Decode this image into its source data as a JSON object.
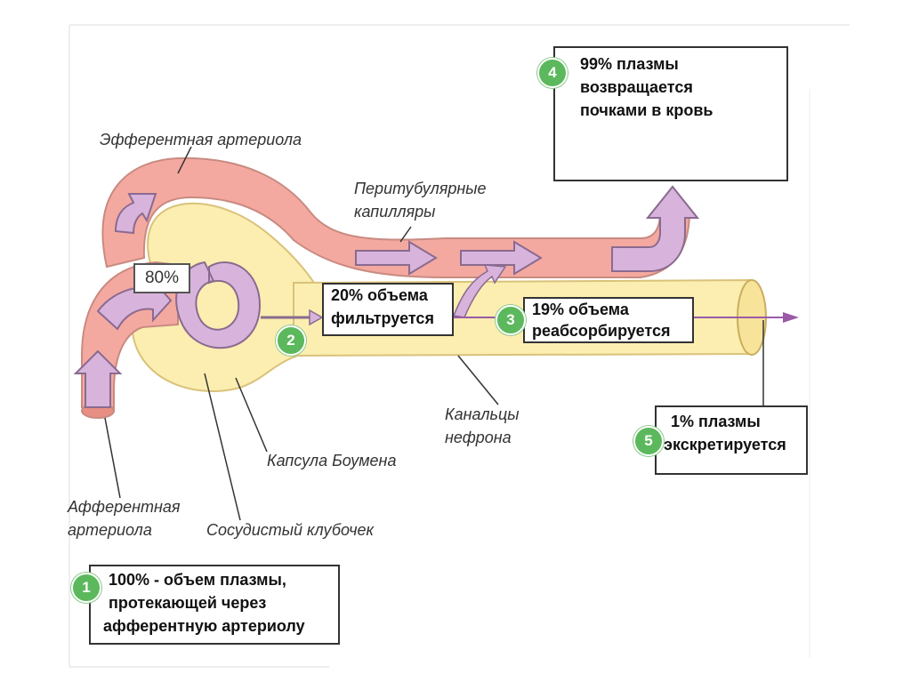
{
  "labels": {
    "efferent": "Эфферентная артериола",
    "peritubular_line1": "Перитубулярные",
    "peritubular_line2": "капилляры",
    "tubules_line1": "Канальцы",
    "tubules_line2": "нефрона",
    "bowman": "Капсула Боумена",
    "afferent_line1": "Афферентная",
    "afferent_line2": "артериола",
    "glomerulus": "Сосудистый клубочек"
  },
  "percent_label": "80%",
  "steps": [
    {
      "badge": "1",
      "lines": [
        "100% - объем плазмы,",
        "протекающей через",
        "афферентную артериолу"
      ]
    },
    {
      "badge": "2",
      "lines": [
        "20% объема",
        "фильтруется"
      ]
    },
    {
      "badge": "3",
      "lines": [
        "19% объема",
        "реабсорбируется"
      ]
    },
    {
      "badge": "4",
      "lines": [
        "99% плазмы",
        "возвращается",
        "почками в кровь"
      ]
    },
    {
      "badge": "5",
      "lines": [
        "1% плазмы",
        "экскретируется"
      ]
    }
  ],
  "colors": {
    "vessel": "#f4a9a0",
    "vessel_stroke": "#c98a80",
    "tubule": "#fbeeb0",
    "tubule_stroke": "#d9c27a",
    "flow_arrow": "#d8b4dc",
    "flow_arrow_stroke": "#8a6a90",
    "badge": "#5cb85c"
  }
}
